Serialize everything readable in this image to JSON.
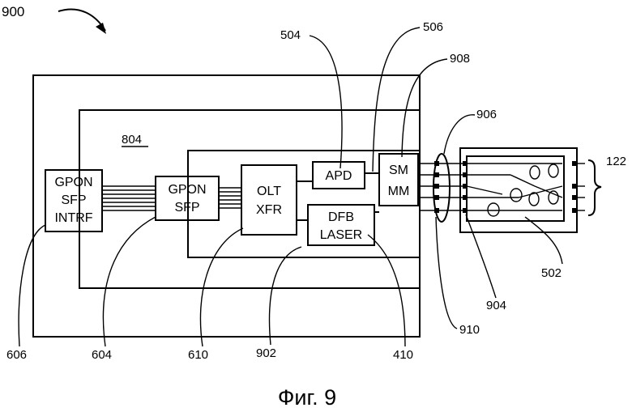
{
  "figure": {
    "caption": "Фиг. 9",
    "label_900": "900",
    "label_804": "804"
  },
  "blocks": {
    "gpon_intrf": [
      "GPON",
      "SFP",
      "INTRF"
    ],
    "gpon_sfp": [
      "GPON",
      "SFP"
    ],
    "olt_xfr": [
      "OLT",
      "XFR"
    ],
    "apd": "APD",
    "dfb": [
      "DFB",
      "LASER"
    ],
    "sm_mm": [
      "SM",
      "MM"
    ]
  },
  "refs": {
    "r504": "504",
    "r506": "506",
    "r908": "908",
    "r906": "906",
    "r122": "122",
    "r502": "502",
    "r904": "904",
    "r910": "910",
    "r606": "606",
    "r604": "604",
    "r610": "610",
    "r902": "902",
    "r410": "410"
  }
}
